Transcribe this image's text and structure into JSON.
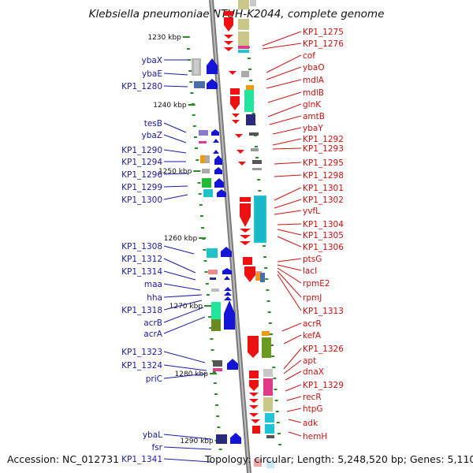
{
  "title": "Klebsiella pneumoniae NTUH-K2044, complete genome",
  "footer": {
    "accession": "Accession: NC_012731",
    "topology": "Topology: circular; Length: 5,248,520 bp; Genes: 5,110"
  },
  "kbp_labels": [
    "1230 kbp",
    "1240 kbp",
    "1250 kbp",
    "1260 kbp",
    "1270 kbp",
    "1280 kbp",
    "1290 kbp"
  ],
  "left_labels": [
    "ybaX",
    "ybaE",
    "KP1_1280",
    "tesB",
    "ybaZ",
    "KP1_1290",
    "KP1_1294",
    "KP1_1296",
    "KP1_1299",
    "KP1_1300",
    "KP1_1308",
    "KP1_1312",
    "KP1_1314",
    "maa",
    "hha",
    "KP1_1318",
    "acrB",
    "acrA",
    "KP1_1323",
    "KP1_1324",
    "priC",
    "ybaL",
    "fsr",
    "KP1_1341"
  ],
  "right_labels": [
    "KP1_1275",
    "KP1_1276",
    "cof",
    "ybaO",
    "mdlA",
    "mdlB",
    "glnK",
    "amtB",
    "ybaY",
    "KP1_1292",
    "KP1_1293",
    "KP1_1295",
    "KP1_1298",
    "KP1_1301",
    "KP1_1302",
    "yvfL",
    "KP1_1304",
    "KP1_1305",
    "KP1_1306",
    "ptsG",
    "lacI",
    "rpmE2",
    "rpmJ",
    "KP1_1313",
    "acrR",
    "kefA",
    "KP1_1326",
    "apt",
    "dnaX",
    "KP1_1329",
    "recR",
    "htpG",
    "adk",
    "hemH"
  ],
  "colors": {
    "left_text": "#1a1aa8",
    "right_text": "#cc1111",
    "scale_tick": "#2a8a2a",
    "backbone": "#8c8c8c"
  }
}
